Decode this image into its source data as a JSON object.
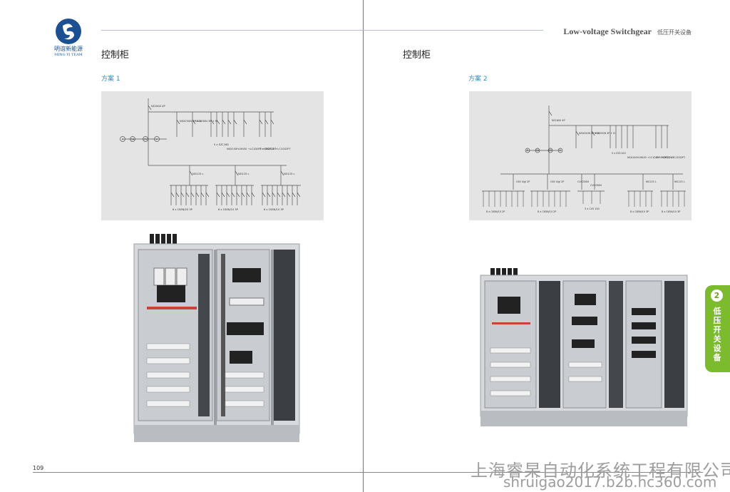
{
  "brand": {
    "name_cn": "明谊新能源",
    "name_en": "MING YI TEAM"
  },
  "header": {
    "title_en": "Low-voltage Switchgear",
    "title_cn": "低压开关设备"
  },
  "left": {
    "section_title": "控制柜",
    "scheme_label": "方案 1",
    "diagram": {
      "main_breaker": "NS1600 4P",
      "feeder_a": "NSX250N 3P + N",
      "feeder_b": "NSX250N 3P + N",
      "group1": "5 x EZC160",
      "group2": "NSX100H-MA50 +LC1D0P7 +LRD1207",
      "group3": "3 x GV2P22 +LC1D32P7",
      "sub1": "NG125 L",
      "sub2": "NG125 L",
      "sub3": "NG125 L",
      "out1": "8 x C65N/20 3P",
      "out2": "8 x C65N/10 3P",
      "out3": "8 x C65N/10 3P",
      "meter_a": "A",
      "meter_ca": "CA",
      "meter_cv": "CV",
      "meter_v": "V"
    }
  },
  "right": {
    "section_title": "控制柜",
    "scheme_label": "方案 2",
    "diagram": {
      "main_breaker": "NS1600 4P",
      "feeder_a": "NSX250N 3P + N",
      "feeder_b": "NSX250N 3P + N",
      "group1": "5 x EZC100",
      "group2": "NSX100H-MA50 +LC1D0P7 +LRD1207",
      "group3": "3 x GV2P22 +LC1D32P7",
      "sub1": "C60 Vigi 2P",
      "sub2": "C60 Vigi 2P",
      "sub3": "CVS250N",
      "sub4": "CVS250N",
      "sub5": "NG125 L",
      "sub6": "NG125 L",
      "out1": "8 x C65N/10 2P",
      "out2": "8 x C65N/10 2P",
      "out3": "3 x CVS 100",
      "out4": "8 x C65N/10 3P",
      "out5": "8 x C65N/10 3P",
      "meter_a": "A",
      "meter_ca": "CA",
      "meter_cv": "CV",
      "meter_v": "V"
    }
  },
  "page_number": "109",
  "side_tab": {
    "number": "2",
    "text": "低压开关设备"
  },
  "watermark": {
    "line1": "上海睿杲自动化系统工程有限公司",
    "line2": "shruigao2017.b2b.hc360.com"
  },
  "colors": {
    "brand_blue": "#1d4f93",
    "accent_blue": "#2a8fc4",
    "tab_green": "#7dbb2e",
    "spine": "#c4506e"
  }
}
